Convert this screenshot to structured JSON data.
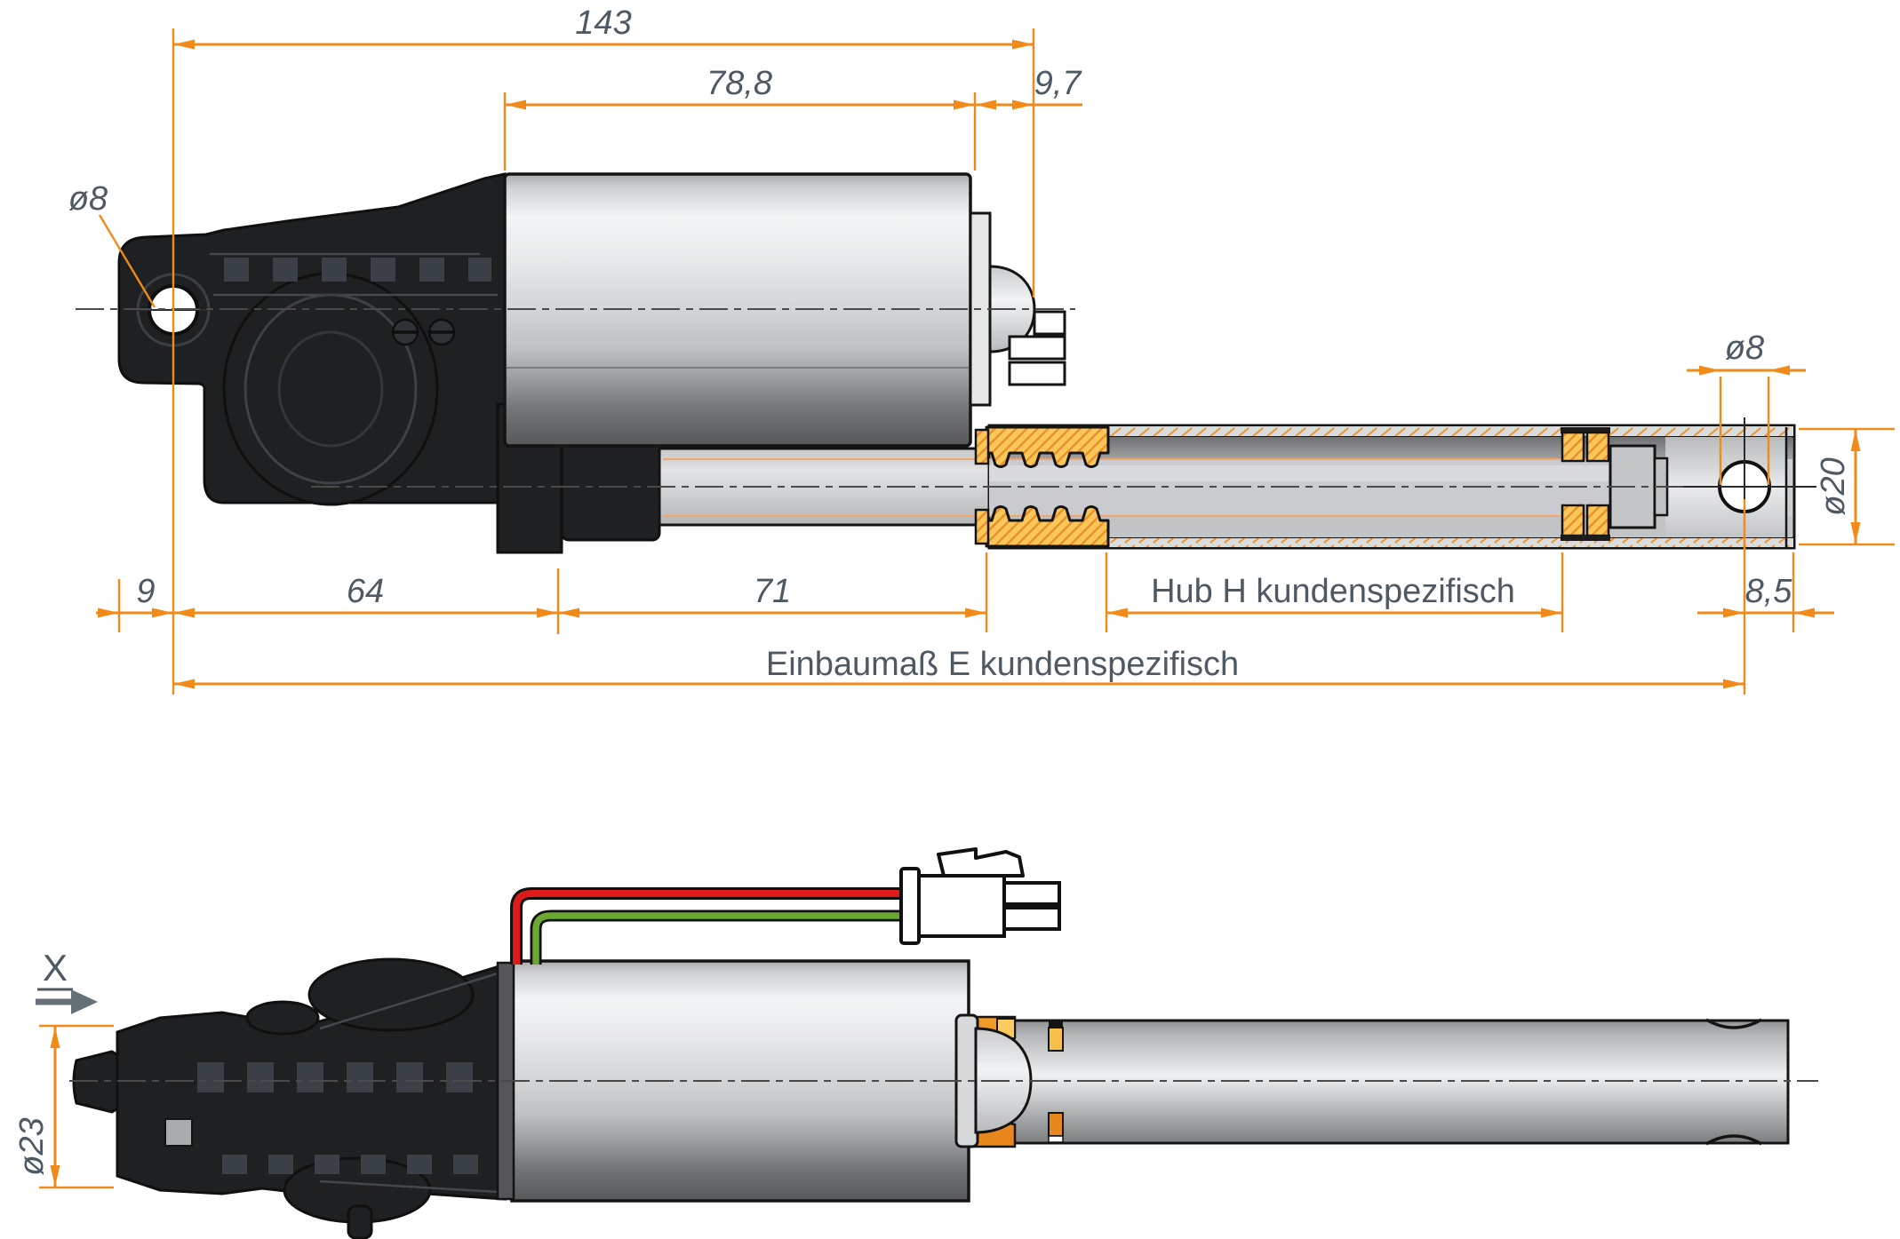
{
  "drawing": {
    "type": "technical-dimension-drawing",
    "subject": "linear-actuator-two-views",
    "colors": {
      "dimension_accent": "#F28A1A",
      "label_text": "#4D5963",
      "section_hatch_fill": "#FBC75B",
      "section_hatch_line": "#E8922A",
      "wire_red": "#DE1B1B",
      "wire_green": "#6CA830",
      "housing_black": "#1E2022"
    }
  },
  "dimensions": {
    "overall_length": "143",
    "motor_section_length": "78,8",
    "rear_end_length": "9,7",
    "clevis_hole_diameter": "ø8",
    "clevis_offset": "9",
    "housing_length": "64",
    "tube_front_length": "71",
    "stroke": "Hub H kundenspezifisch",
    "rod_end_offset": "8,5",
    "rod_hole_diameter": "ø8",
    "tube_diameter": "ø20",
    "installation_length": "Einbaumaß E kundenspezifisch",
    "housing_diameter": "ø23",
    "section_datum": "X"
  }
}
